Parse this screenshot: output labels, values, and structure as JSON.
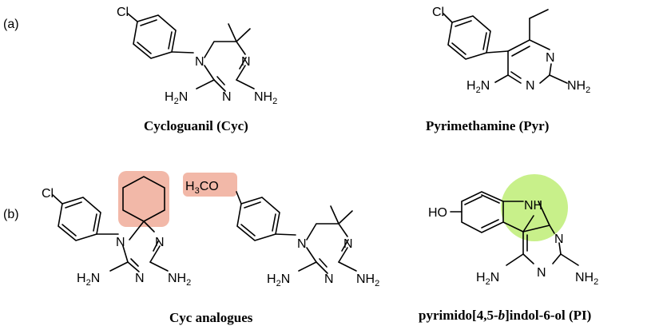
{
  "panel_labels": {
    "a": "(a)",
    "b": "(b)"
  },
  "captions": {
    "cycloguanil": "Cycloguanil (Cyc)",
    "pyrimethamine": "Pyrimethamine (Pyr)",
    "cyc_analogues": "Cyc analogues",
    "pi_prefix": "pyrimido[4,5-",
    "pi_italic": "b",
    "pi_suffix": "]indol-6-ol (PI)"
  },
  "atoms": {
    "cl": "Cl",
    "n": "N",
    "nh": "NH",
    "h2n": "H2N",
    "nh2": "NH2",
    "h3co": "H3CO",
    "ho": "HO"
  },
  "colors": {
    "highlight_salmon": "#f2b8a8",
    "highlight_green": "#c8f08a"
  }
}
